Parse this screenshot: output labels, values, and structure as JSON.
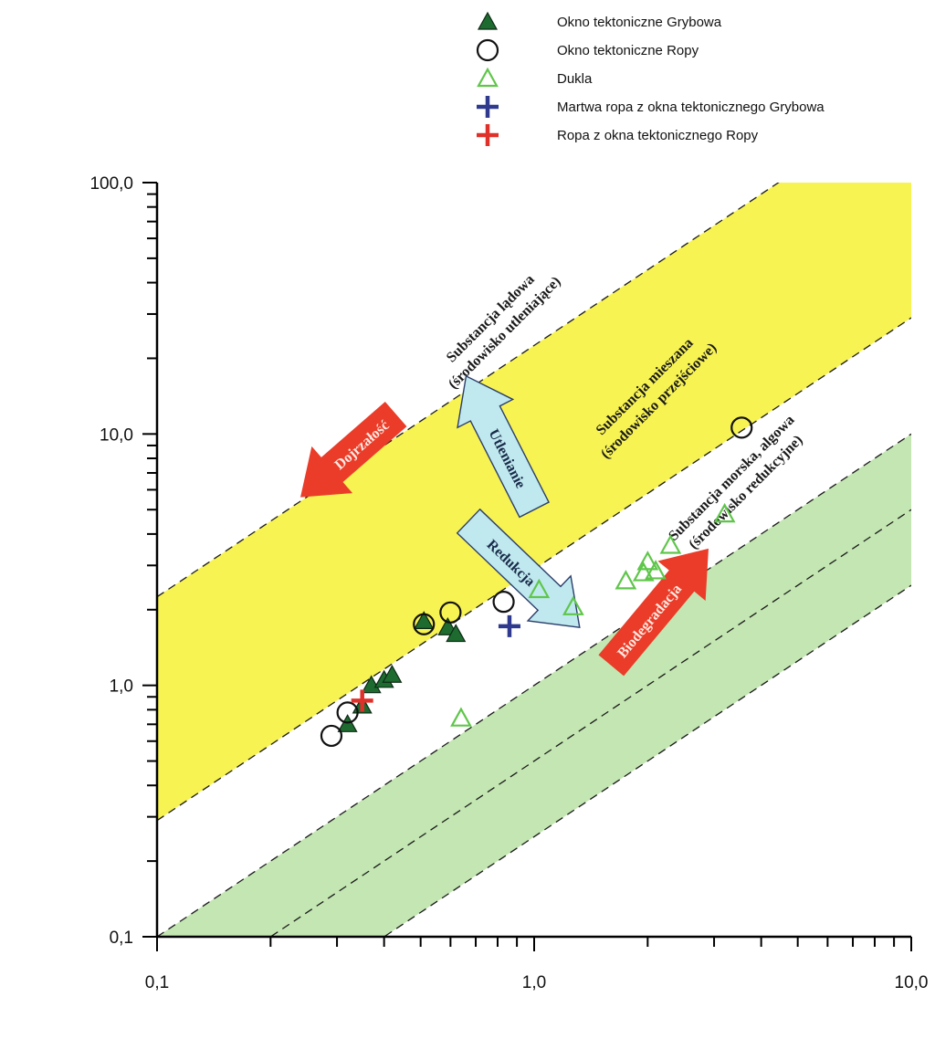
{
  "chart_data": {
    "type": "scatter",
    "x_scale": "log",
    "y_scale": "log",
    "xlim": [
      0.1,
      10.0
    ],
    "ylim": [
      0.1,
      100.0
    ],
    "x_tick_labels": [
      "0,1",
      "1,0",
      "10,0"
    ],
    "y_tick_labels": [
      "0,1",
      "1,0",
      "10,0",
      "100,0"
    ],
    "grid": false,
    "legend_position": "top",
    "series": [
      {
        "name": "Okno tektoniczne Grybowa",
        "marker": "filled-triangle",
        "color": "#1e6b30",
        "points": [
          [
            0.32,
            0.7
          ],
          [
            0.35,
            0.83
          ],
          [
            0.37,
            1.0
          ],
          [
            0.4,
            1.05
          ],
          [
            0.42,
            1.1
          ],
          [
            0.51,
            1.8
          ],
          [
            0.59,
            1.7
          ],
          [
            0.62,
            1.6
          ]
        ]
      },
      {
        "name": "Okno tektoniczne Ropy",
        "marker": "open-circle",
        "color": "#111111",
        "points": [
          [
            0.29,
            0.63
          ],
          [
            0.32,
            0.78
          ],
          [
            0.51,
            1.75
          ],
          [
            0.6,
            1.95
          ],
          [
            0.83,
            2.15
          ],
          [
            3.55,
            10.6
          ]
        ]
      },
      {
        "name": "Dukla",
        "marker": "open-triangle",
        "color": "#5fc64a",
        "points": [
          [
            0.64,
            0.74
          ],
          [
            1.03,
            2.4
          ],
          [
            1.27,
            2.05
          ],
          [
            1.75,
            2.6
          ],
          [
            1.95,
            2.8
          ],
          [
            2.0,
            3.1
          ],
          [
            2.1,
            2.85
          ],
          [
            2.3,
            3.6
          ],
          [
            3.2,
            4.8
          ]
        ]
      },
      {
        "name": "Martwa ropa z okna tektonicznego Grybowa",
        "marker": "plus",
        "color": "#2f3a8f",
        "points": [
          [
            0.86,
            1.72
          ]
        ]
      },
      {
        "name": "Ropa z okna tektonicznego Ropy",
        "marker": "plus",
        "color": "#e0302a",
        "points": [
          [
            0.35,
            0.87
          ]
        ]
      }
    ],
    "reference_lines": [
      {
        "intercept": 22.5,
        "slope": 1
      },
      {
        "intercept": 2.9,
        "slope": 1
      },
      {
        "intercept": 1.0,
        "slope": 1
      },
      {
        "intercept": 0.5,
        "slope": 1
      },
      {
        "intercept": 0.25,
        "slope": 1
      }
    ],
    "bands": [
      {
        "from_intercept": 2.9,
        "to_intercept": 22.5,
        "color": "#f7f353"
      },
      {
        "from_intercept": 0.25,
        "to_intercept": 1.0,
        "color": "#c3e6b2"
      }
    ],
    "band_labels": [
      {
        "lines": [
          "Substancja lądowa",
          "(środowisko utleniające)"
        ],
        "at": [
          0.78,
          28.0
        ]
      },
      {
        "lines": [
          "Substancja mieszana",
          "(środowisko przejściowe)"
        ],
        "at": [
          2.0,
          15.0
        ]
      },
      {
        "lines": [
          "Substancja morska, algowa",
          "(środowisko redukcyjne)"
        ],
        "at": [
          3.4,
          6.5
        ]
      }
    ],
    "arrows": [
      {
        "label": "Dojrzałość",
        "color": "#ea3c28",
        "text_style": "light",
        "from": [
          0.43,
          12.0
        ],
        "to": [
          0.24,
          5.6
        ]
      },
      {
        "label": "Utlenianie",
        "color": "#bfe9ef",
        "text_style": "dark",
        "from": [
          1.0,
          5.0
        ],
        "to": [
          0.66,
          17.0
        ]
      },
      {
        "label": "Redukcja",
        "color": "#bfe9ef",
        "text_style": "dark",
        "from": [
          0.67,
          4.5
        ],
        "to": [
          1.32,
          1.7
        ]
      },
      {
        "label": "Biodegradacja",
        "color": "#ea3c28",
        "text_style": "light",
        "from": [
          1.6,
          1.2
        ],
        "to": [
          2.9,
          3.5
        ]
      }
    ]
  }
}
